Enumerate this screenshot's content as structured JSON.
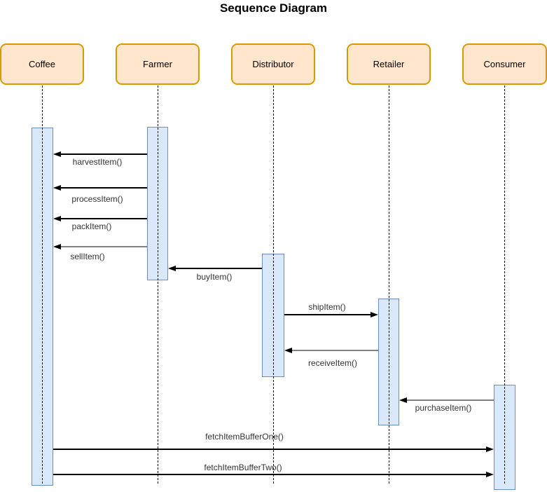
{
  "title": "Sequence Diagram",
  "actors": [
    {
      "name": "Coffee"
    },
    {
      "name": "Farmer"
    },
    {
      "name": "Distributor"
    },
    {
      "name": "Retailer"
    },
    {
      "name": "Consumer"
    }
  ],
  "messages": [
    {
      "label": "harvestItem()",
      "from": "Farmer",
      "to": "Coffee",
      "direction": "left",
      "stroke": "black"
    },
    {
      "label": "processItem()",
      "from": "Farmer",
      "to": "Coffee",
      "direction": "left",
      "stroke": "black"
    },
    {
      "label": "packItem()",
      "from": "Farmer",
      "to": "Coffee",
      "direction": "left",
      "stroke": "black"
    },
    {
      "label": "sellItem()",
      "from": "Farmer",
      "to": "Coffee",
      "direction": "left",
      "stroke": "gray"
    },
    {
      "label": "buyItem()",
      "from": "Distributor",
      "to": "Farmer",
      "direction": "left",
      "stroke": "black"
    },
    {
      "label": "shipItem()",
      "from": "Distributor",
      "to": "Retailer",
      "direction": "right",
      "stroke": "black"
    },
    {
      "label": "receiveItem()",
      "from": "Retailer",
      "to": "Distributor",
      "direction": "left",
      "stroke": "gray"
    },
    {
      "label": "purchaseItem()",
      "from": "Consumer",
      "to": "Retailer",
      "direction": "left",
      "stroke": "gray"
    },
    {
      "label": "fetchItemBufferOne()",
      "from": "Coffee",
      "to": "Consumer",
      "direction": "right",
      "stroke": "black"
    },
    {
      "label": "fetchItemBufferTwo()",
      "from": "Coffee",
      "to": "Consumer",
      "direction": "right",
      "stroke": "black"
    }
  ],
  "colors": {
    "actor_fill": "#FFE6CC",
    "actor_border": "#D79B00",
    "activation_fill": "#DAE8FC",
    "activation_border": "#6C8EBF",
    "arrow_black": "#000000",
    "arrow_gray": "#808080"
  }
}
